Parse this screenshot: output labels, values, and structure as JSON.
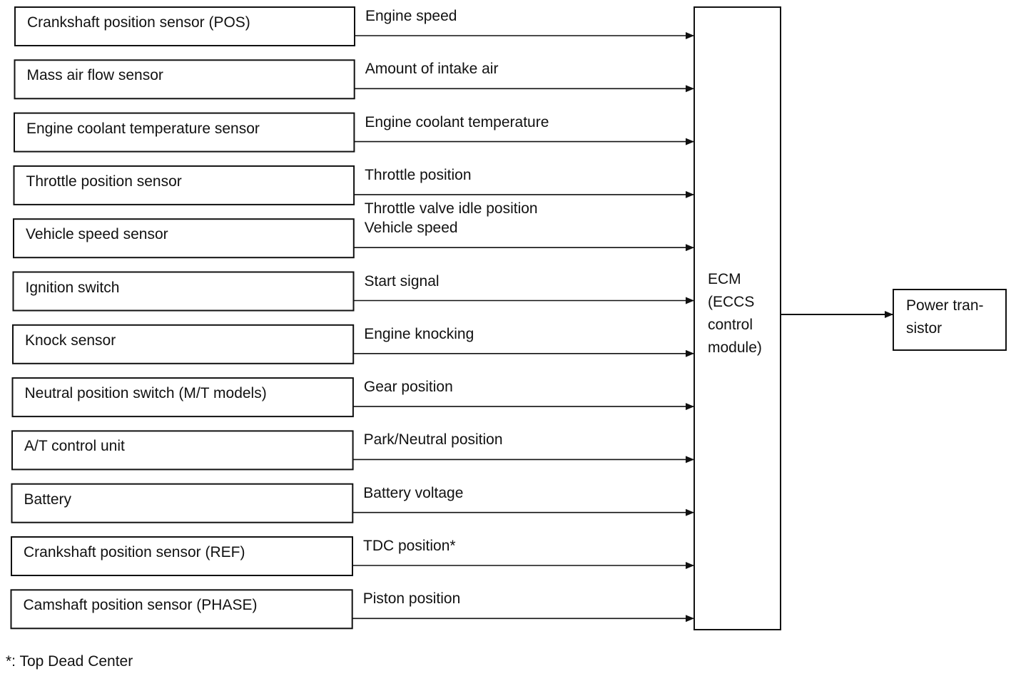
{
  "inputs": [
    {
      "source": "Crankshaft position sensor (POS)",
      "signal": [
        "Engine speed"
      ]
    },
    {
      "source": "Mass air flow sensor",
      "signal": [
        "Amount of intake air"
      ]
    },
    {
      "source": "Engine coolant temperature sensor",
      "signal": [
        "Engine coolant temperature"
      ]
    },
    {
      "source": "Throttle position sensor",
      "signal": [
        "Throttle position"
      ]
    },
    {
      "source": "Vehicle speed sensor",
      "signal": [
        "Throttle valve idle position",
        "Vehicle speed"
      ]
    },
    {
      "source": "Ignition switch",
      "signal": [
        "Start signal"
      ]
    },
    {
      "source": "Knock sensor",
      "signal": [
        "Engine knocking"
      ]
    },
    {
      "source": "Neutral position switch (M/T models)",
      "signal": [
        "Gear position"
      ]
    },
    {
      "source": "A/T control unit",
      "signal": [
        "Park/Neutral position"
      ]
    },
    {
      "source": "Battery",
      "signal": [
        "Battery voltage"
      ]
    },
    {
      "source": "Crankshaft position sensor (REF)",
      "signal": [
        "TDC position*"
      ]
    },
    {
      "source": "Camshaft position sensor (PHASE)",
      "signal": [
        "Piston position"
      ]
    }
  ],
  "ecm": {
    "lines": [
      "ECM",
      "(ECCS",
      "control",
      "module)"
    ]
  },
  "output": {
    "lines": [
      "Power tran-",
      "sistor"
    ]
  },
  "footnote": "*: Top Dead Center"
}
